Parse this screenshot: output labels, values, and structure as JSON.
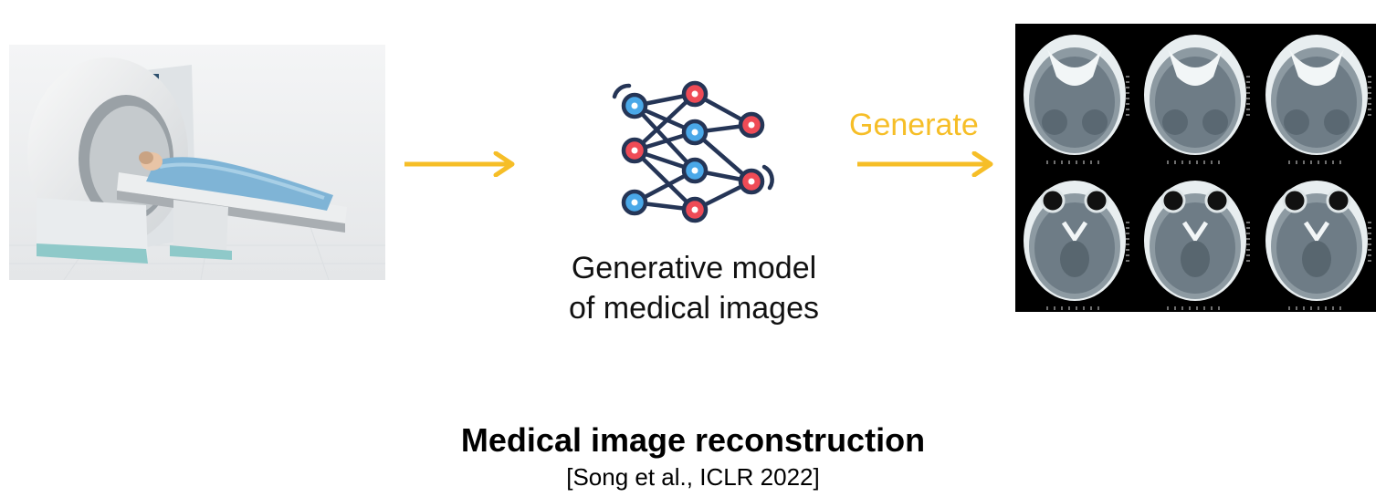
{
  "colors": {
    "accent": "#f6be27",
    "node_blue": "#4aa8e8",
    "node_red": "#ef4b56",
    "edge": "#253556"
  },
  "icons": [
    "ct-scanner-photo",
    "right-arrow-icon",
    "neural-network-icon",
    "ct-scan-grid-image"
  ],
  "model": {
    "caption_line1": "Generative model",
    "caption_line2": "of medical images"
  },
  "generate_label": "Generate",
  "title": "Medical image reconstruction",
  "citation": "[Song et al., ICLR 2022]"
}
